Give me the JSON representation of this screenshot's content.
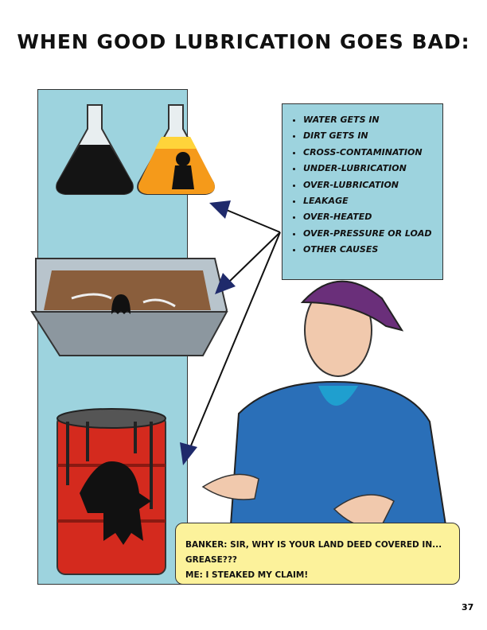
{
  "title": "WHEN GOOD LUBRICATION GOES BAD:",
  "causes": [
    "WATER GETS IN",
    "DIRT GETS IN",
    "CROSS-CONTAMINATION",
    "UNDER-LUBRICATION",
    "OVER-LUBRICATION",
    "LEAKAGE",
    "OVER-HEATED",
    "OVER-PRESSURE OR LOAD",
    "OTHER CAUSES"
  ],
  "caption": {
    "line1": "BANKER: SIR, WHY IS YOUR LAND DEED COVERED IN... GREASE???",
    "line2": "ME: I STEAKED MY CLAIM!"
  },
  "page_number": "37",
  "colors": {
    "panel": "#9dd3de",
    "caption": "#fcf29b",
    "arrow": "#1f2a6b"
  }
}
